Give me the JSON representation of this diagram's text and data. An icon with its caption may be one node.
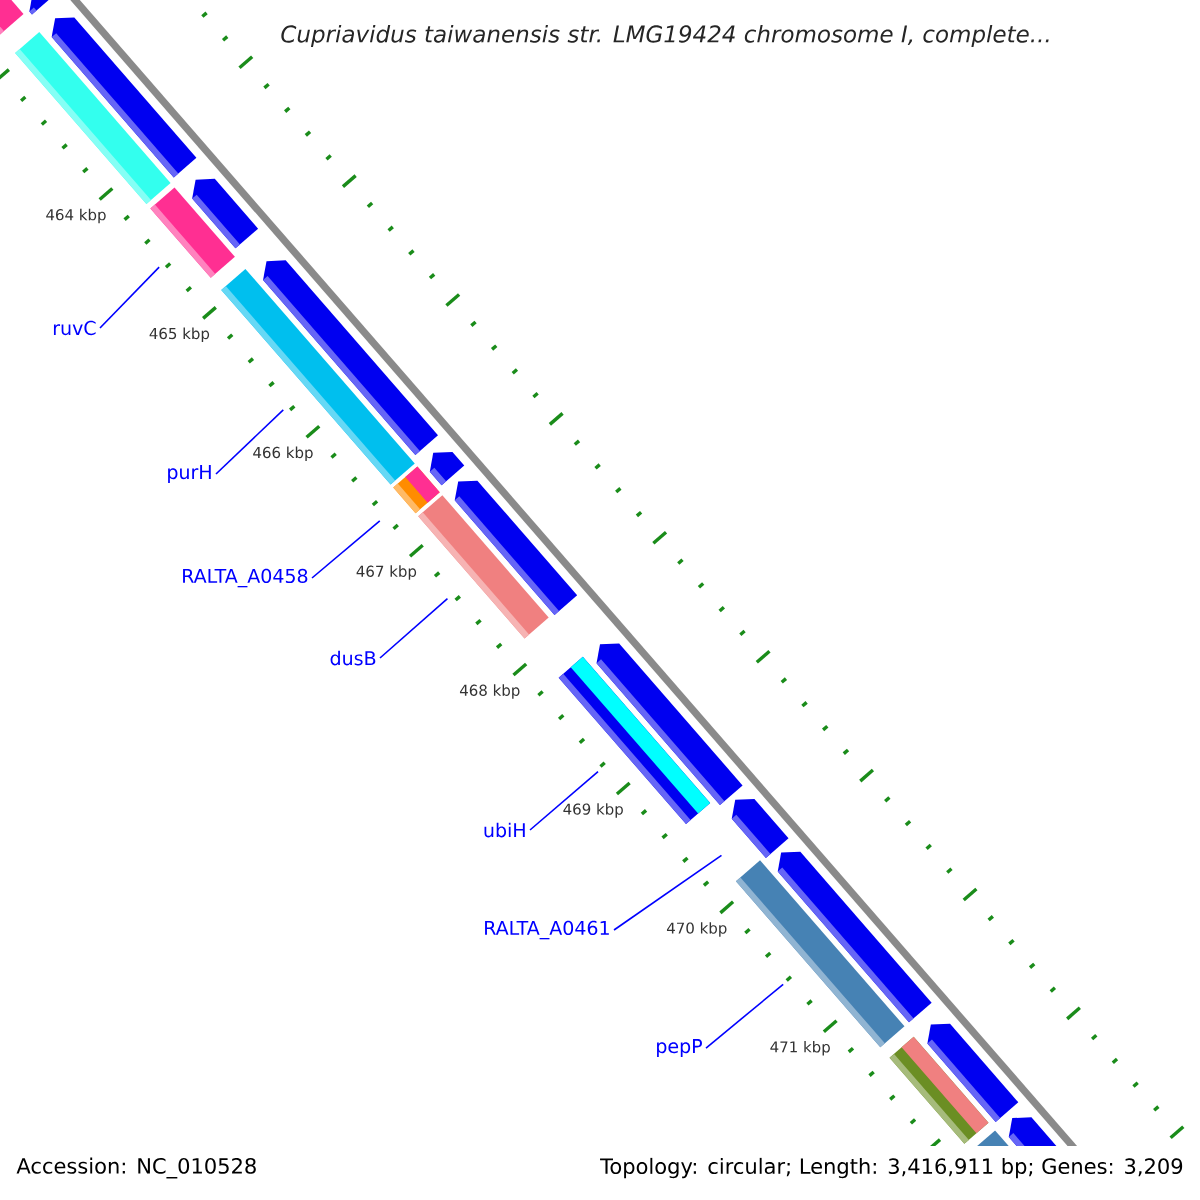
{
  "diagram": {
    "title": "Cupriavidus taiwanensis str. LMG19424 chromosome I, complete...",
    "nodes": [
      {
        "text": [
          "ruvC"
        ]
      },
      {
        "text": [
          "purH"
        ]
      },
      {
        "text": [
          "RALTA_A0458"
        ]
      },
      {
        "text": [
          "dusB"
        ]
      },
      {
        "text": [
          "ubiH"
        ]
      },
      {
        "text": [
          "RALTA_A0461"
        ]
      },
      {
        "text": [
          "pepP"
        ]
      },
      {
        "text": [],
        "shape": "bar"
      },
      {
        "text": [],
        "shape": "bar"
      },
      {
        "text": [],
        "shape": "bar"
      },
      {
        "text": [],
        "shape": "bar"
      },
      {
        "text": [],
        "shape": "bar"
      },
      {
        "text": [],
        "shape": "bar"
      },
      {
        "text": [],
        "shape": "bar"
      },
      {
        "text": [],
        "shape": "bar"
      },
      {
        "text": [],
        "shape": "bar"
      },
      {
        "text": [],
        "shape": "bar"
      },
      {
        "text": [],
        "shape": "bar"
      },
      {
        "text": [],
        "shape": "bar"
      },
      {
        "text": [],
        "shape": "bar"
      },
      {
        "text": [],
        "shape": "bar"
      },
      {
        "text": [],
        "shape": "bar"
      },
      {
        "text": [],
        "shape": "bar"
      },
      {
        "text": [],
        "shape": "bar"
      },
      {
        "text": [],
        "shape": "bar"
      },
      {
        "text": [],
        "shape": "bar"
      },
      {
        "text": [],
        "shape": "bar"
      },
      {
        "text": [],
        "shape": "bar"
      }
    ],
    "edges": [
      {
        "from": 0,
        "to": 7,
        "arrow": "none"
      },
      {
        "from": 1,
        "to": 8,
        "arrow": "none"
      },
      {
        "from": 2,
        "to": 9,
        "arrow": "none"
      },
      {
        "from": 3,
        "to": 10,
        "arrow": "none"
      },
      {
        "from": 4,
        "to": 11,
        "arrow": "none"
      },
      {
        "from": 5,
        "to": 12,
        "arrow": "none"
      },
      {
        "from": 6,
        "to": 13,
        "arrow": "none"
      }
    ],
    "labels": [
      "464 kbp",
      "465 kbp",
      "466 kbp",
      "467 kbp",
      "468 kbp",
      "469 kbp",
      "470 kbp",
      "471 kbp",
      "Accession: NC_010528",
      "Topology: circular; Length: 3,416,911 bp; Genes: 3,209"
    ]
  }
}
